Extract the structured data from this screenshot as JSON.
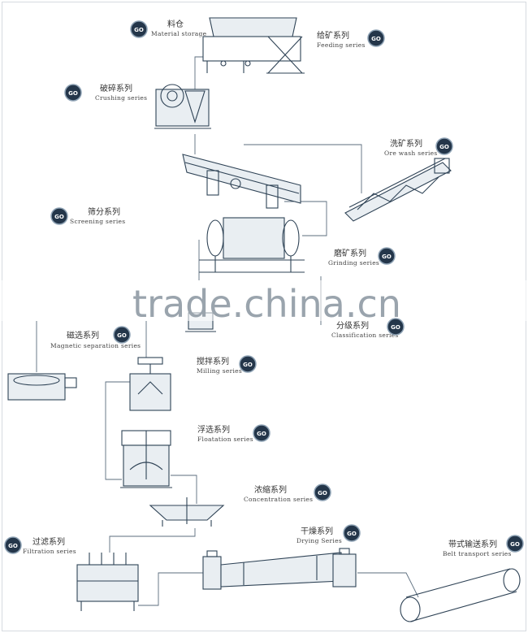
{
  "go_badge": "GO",
  "labels": {
    "material_storage": {
      "cn": "料仓",
      "en": "Material storage"
    },
    "feeding": {
      "cn": "给矿系列",
      "en": "Feeding series"
    },
    "crushing": {
      "cn": "破碎系列",
      "en": "Crushing series"
    },
    "ore_wash": {
      "cn": "洗矿系列",
      "en": "Ore wash series"
    },
    "screening": {
      "cn": "筛分系列",
      "en": "Screening series"
    },
    "grinding": {
      "cn": "磨矿系列",
      "en": "Grinding series"
    },
    "classification": {
      "cn": "分级系列",
      "en": "Classification series"
    },
    "magnetic": {
      "cn": "磁选系列",
      "en": "Magnetic separation series"
    },
    "milling": {
      "cn": "搅拌系列",
      "en": "Milling series"
    },
    "floatation": {
      "cn": "浮选系列",
      "en": "Floatation series"
    },
    "concentration": {
      "cn": "浓缩系列",
      "en": "Concentration series"
    },
    "filtration": {
      "cn": "过滤系列",
      "en": "Filtration series"
    },
    "drying": {
      "cn": "干燥系列",
      "en": "Drying Series"
    },
    "belt": {
      "cn": "带式输送系列",
      "en": "Belt transport series"
    }
  },
  "watermark": "trade.china.cn",
  "colors": {
    "badge": "#24364a",
    "machine": "#2f4356",
    "watermark": "#9aa4ad"
  }
}
